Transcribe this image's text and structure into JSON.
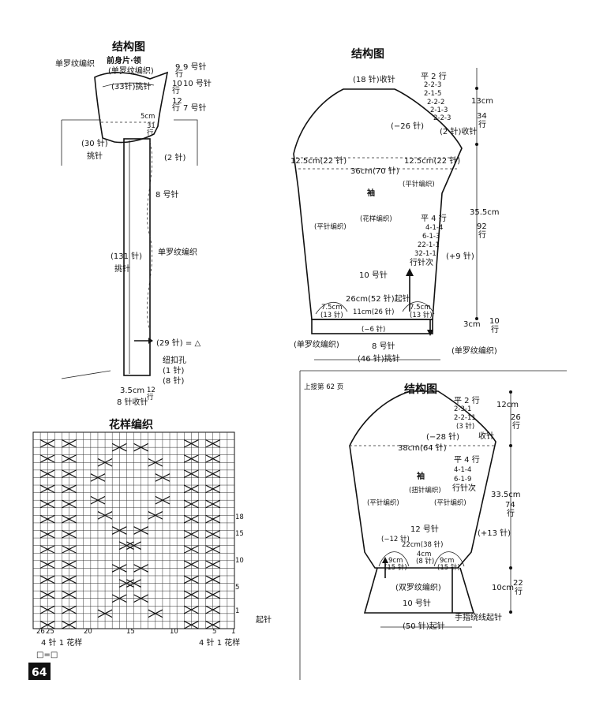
{
  "top_left": {
    "title": "结构图",
    "subtitle": "前身片·领",
    "labels": {
      "rib_left": "单罗纹编织",
      "rib_paren": "(单罗纹编织)",
      "pick33": "(33针)挑针",
      "n9": "9 号针",
      "r9": "9",
      "r9b": "行",
      "n10": "10 号针",
      "r10": "10",
      "r10b": "行",
      "n7": "7 号针",
      "r12": "12",
      "r12b": "行",
      "cm5": "5cm",
      "r31": "31",
      "r31b": "行",
      "st30": "(30 针)",
      "pick": "挑针",
      "st2": "(2 针)",
      "n8": "8 号针",
      "rib_mid": "单罗纹编织",
      "st131": "(131 针)",
      "pick2": "挑针",
      "st29": "(29 针) = △",
      "button": "纽扣孔",
      "st1": "(1 针)",
      "st8": "(8 针)",
      "cm35": "3.5cm",
      "r12c": "12",
      "r12d": "行",
      "bind": "8 针收针"
    }
  },
  "top_right": {
    "title": "结构图",
    "labels": {
      "st18": "(18 针)收针",
      "even2": "平 2 行",
      "d1": "2-2-3",
      "d2": "2-1-5",
      "d3": "2-2-2",
      "d4": "2-1-3",
      "d5": "2-2-3",
      "st26": "(−26 针)",
      "bind2": "(2 针)收针",
      "cm13": "13cm",
      "r34": "34",
      "r34b": "行",
      "w125a": "12.5cm(22 针)",
      "w125b": "12.5cm(22 针)",
      "w36": "36cm(70 针)",
      "sleeve": "袖",
      "pattern": "(花样编织)",
      "stock_l": "(平针编织)",
      "stock_r": "(平针编织)",
      "even4": "平 4 行",
      "i1": "4-1-4",
      "i2": "6-1-3",
      "i3": "22-1-1",
      "i4": "32-1-1",
      "rows": "行针次",
      "plus9": "(+9 针)",
      "cm355": "35.5cm",
      "r92": "92",
      "r92b": "行",
      "n10": "10 号针",
      "cast": "26cm(52 针)起针",
      "w75a": "7.5cm",
      "w75a2": "(13 针)",
      "w11": "11cm(26 针)",
      "w75b": "7.5cm",
      "w75b2": "(13 针)",
      "minus6": "(−6 针)",
      "cm3": "3cm",
      "r10": "10",
      "r10b": "行",
      "rib_l": "(单罗纹编织)",
      "n8": "8 号针",
      "rib_r": "(单罗纹编织)",
      "pick46": "(46 针)挑针"
    }
  },
  "bottom_left": {
    "title": "花样编织",
    "row_numbers": [
      "15",
      "10",
      "5",
      "1",
      "18"
    ],
    "start": "起针",
    "col_labels": [
      "26",
      "25",
      "20",
      "15",
      "10",
      "5",
      "1"
    ],
    "repeat_l": "4 针 1 花样",
    "repeat_r": "4 针 1 花样",
    "legend": "□=□",
    "page_number": "64"
  },
  "bottom_right": {
    "note": "上接第 62 页",
    "title": "结构图",
    "labels": {
      "even2": "平 2 行",
      "d1": "2-3-1",
      "d2": "2-2-11",
      "st3": "(3 针)",
      "bind": "收针",
      "st28": "(−28 针)",
      "w38": "38cm(64 针)",
      "sleeve": "袖",
      "cable": "(扭针编织)",
      "stock_l": "(平针编织)",
      "stock_r": "(平针编织)",
      "even4": "平 4 行",
      "i1": "4-1-4",
      "i2": "6-1-9",
      "rows": "行针次",
      "cm12": "12cm",
      "r26": "26",
      "r26b": "行",
      "cm335": "33.5cm",
      "r74": "74",
      "r74b": "行",
      "plus13": "(+13 针)",
      "n12": "12 号针",
      "minus12": "(−12 针)",
      "w22": "22cm(38 针)",
      "cm9a": "9cm",
      "st15a": "(15 针)",
      "cm4": "4cm",
      "st8": "(8 针)",
      "cm9b": "9cm",
      "st15b": "(15 针)",
      "rib": "(双罗纹编织)",
      "cm10": "10cm",
      "r22": "22",
      "r22b": "行",
      "n10": "10 号针",
      "cast": "手指绕线起针",
      "st50": "(50 针)起针"
    }
  }
}
